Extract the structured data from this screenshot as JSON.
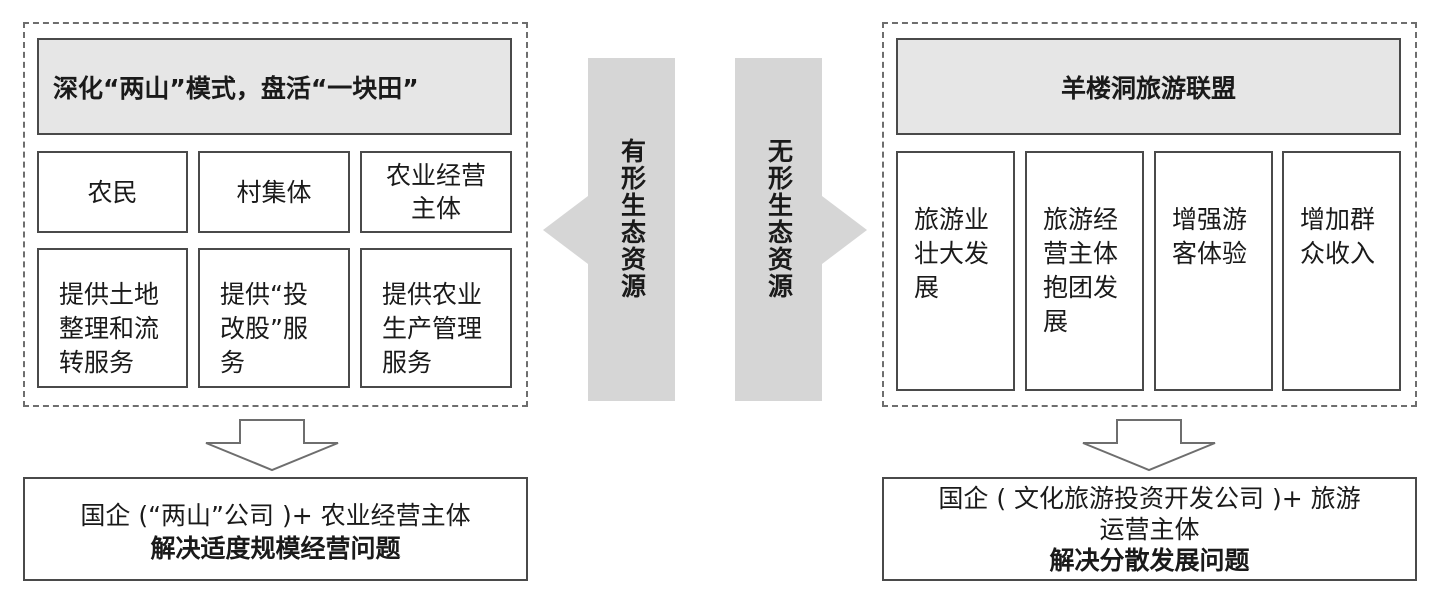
{
  "left": {
    "title": "深化“两山”模式，盘活“一块田”",
    "actors": [
      "农民",
      "村集体",
      "农业经营主体"
    ],
    "services": [
      "提供土地整理和流转服务",
      "提供“投改股”服务",
      "提供农业生产管理服务"
    ],
    "result_line1": "国企 (“两山”公司 )+ 农业经营主体",
    "result_line2": "解决适度规模经营问题"
  },
  "center": {
    "left_band": "有形生态资源",
    "right_band": "无形生态资源"
  },
  "right": {
    "title": "羊楼洞旅游联盟",
    "items": [
      "旅游业壮大发展",
      "旅游经营主体抱团发展",
      "增强游客体验",
      "增加群众收入"
    ],
    "result_line1": "国企 ( 文化旅游投资开发公司 )+ 旅游",
    "result_line2": "运营主体",
    "result_line3": "解决分散发展问题"
  },
  "colors": {
    "band": "#d6d6d6",
    "title_fill": "#e6e6e6",
    "border": "#4a4a4a",
    "arrow_fill": "#d6d6d6"
  }
}
